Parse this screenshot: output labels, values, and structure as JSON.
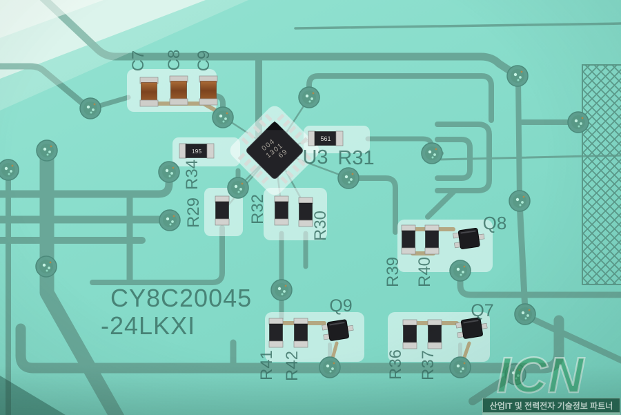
{
  "board": {
    "part_number": {
      "line1": "CY8C20045",
      "line2": "-24LKXI"
    },
    "labels": {
      "c7": "C7",
      "c8": "C8",
      "c9": "C9",
      "r34": "R34",
      "u3": "U3",
      "r31": "R31",
      "r29": "R29",
      "r32": "R32",
      "r30": "R30",
      "q8": "Q8",
      "r39": "R39",
      "r40": "R40",
      "q9": "Q9",
      "r41": "R41",
      "r42": "R42",
      "q7": "Q7",
      "r36": "R36",
      "r37": "R37"
    },
    "u3_marking": {
      "line1": "004",
      "line2": "1301",
      "line3": "69"
    },
    "resistor_markings": {
      "r31": "561",
      "r34": "195"
    },
    "colors": {
      "board_teal": "#87dcca",
      "copper_trace": "#68a596",
      "silkscreen": "#3b7065",
      "hatch": "#5d9c8c",
      "glue_pad": "rgba(255,255,255,0.5)",
      "capacitor_brown": "#8a4f24",
      "component_black": "#222226",
      "terminal_silver": "#cecdc9"
    }
  },
  "watermark": {
    "logo_text": "ICN",
    "tagline": "산업IT 및 전력전자 기술정보 파트너"
  }
}
